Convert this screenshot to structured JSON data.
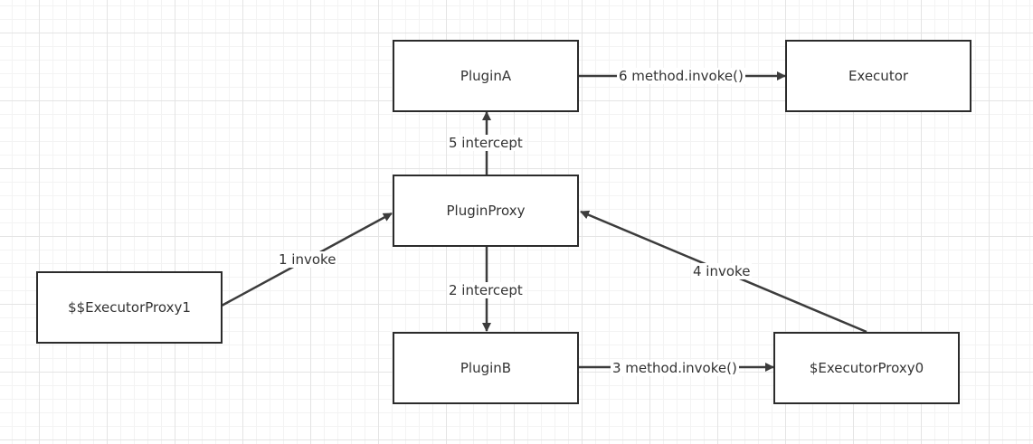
{
  "nodes": {
    "plugin_a": "PluginA",
    "executor": "Executor",
    "plugin_proxy": "PluginProxy",
    "executor_proxy1": "$$ExecutorProxy1",
    "plugin_b": "PluginB",
    "executor_proxy0": "$ExecutorProxy0"
  },
  "edges": {
    "step1": "1 invoke",
    "step2": "2 intercept",
    "step3": "3 method.invoke()",
    "step4": "4 invoke",
    "step5": "5 intercept",
    "step6": "6 method.invoke()"
  },
  "colors": {
    "line": "#3c3c3c",
    "box_border": "#2b2b2b"
  }
}
